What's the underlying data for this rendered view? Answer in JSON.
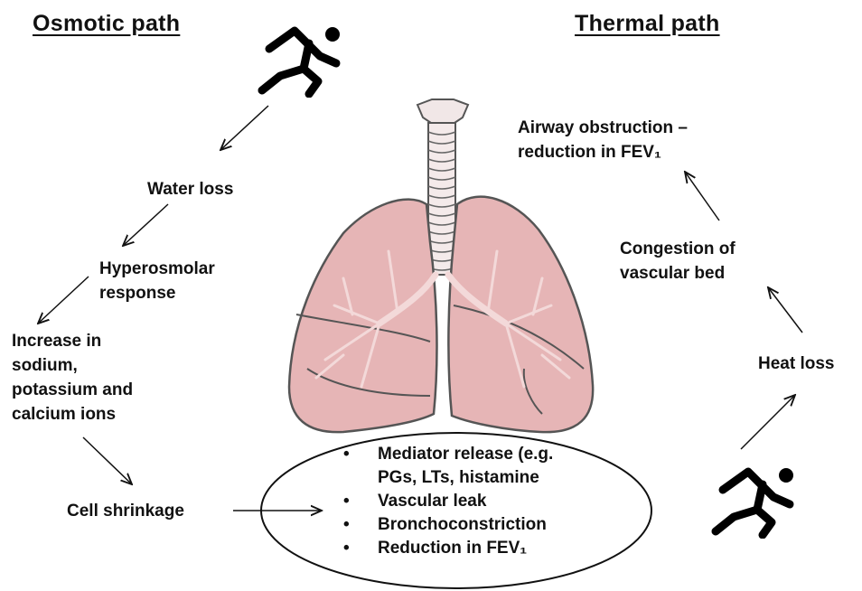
{
  "headings": {
    "left": "Osmotic path",
    "right": "Thermal path"
  },
  "osmotic": {
    "water_loss": "Water loss",
    "hyperosmolar": [
      "Hyperosmolar",
      "response"
    ],
    "increase": [
      "Increase in",
      "sodium,",
      "potassium and",
      "calcium ions"
    ],
    "cell_shrinkage": "Cell shrinkage"
  },
  "thermal": {
    "airway": [
      "Airway obstruction –",
      "reduction in FEV₁"
    ],
    "congestion": [
      "Congestion of",
      "vascular bed"
    ],
    "heat_loss": "Heat loss"
  },
  "mediators": {
    "bullet": "•",
    "items": [
      [
        "Mediator release (e.g.",
        "PGs, LTs, histamine"
      ],
      [
        "Vascular leak"
      ],
      [
        "Bronchoconstriction"
      ],
      [
        "Reduction in FEV₁"
      ]
    ]
  },
  "icons": [
    "runner-icon",
    "lungs-icon",
    "trachea-icon"
  ],
  "colors": {
    "lung_fill": "#e6b5b6",
    "lung_stroke": "#555555",
    "airway_fill": "#f2e6e6",
    "text": "#111111"
  }
}
